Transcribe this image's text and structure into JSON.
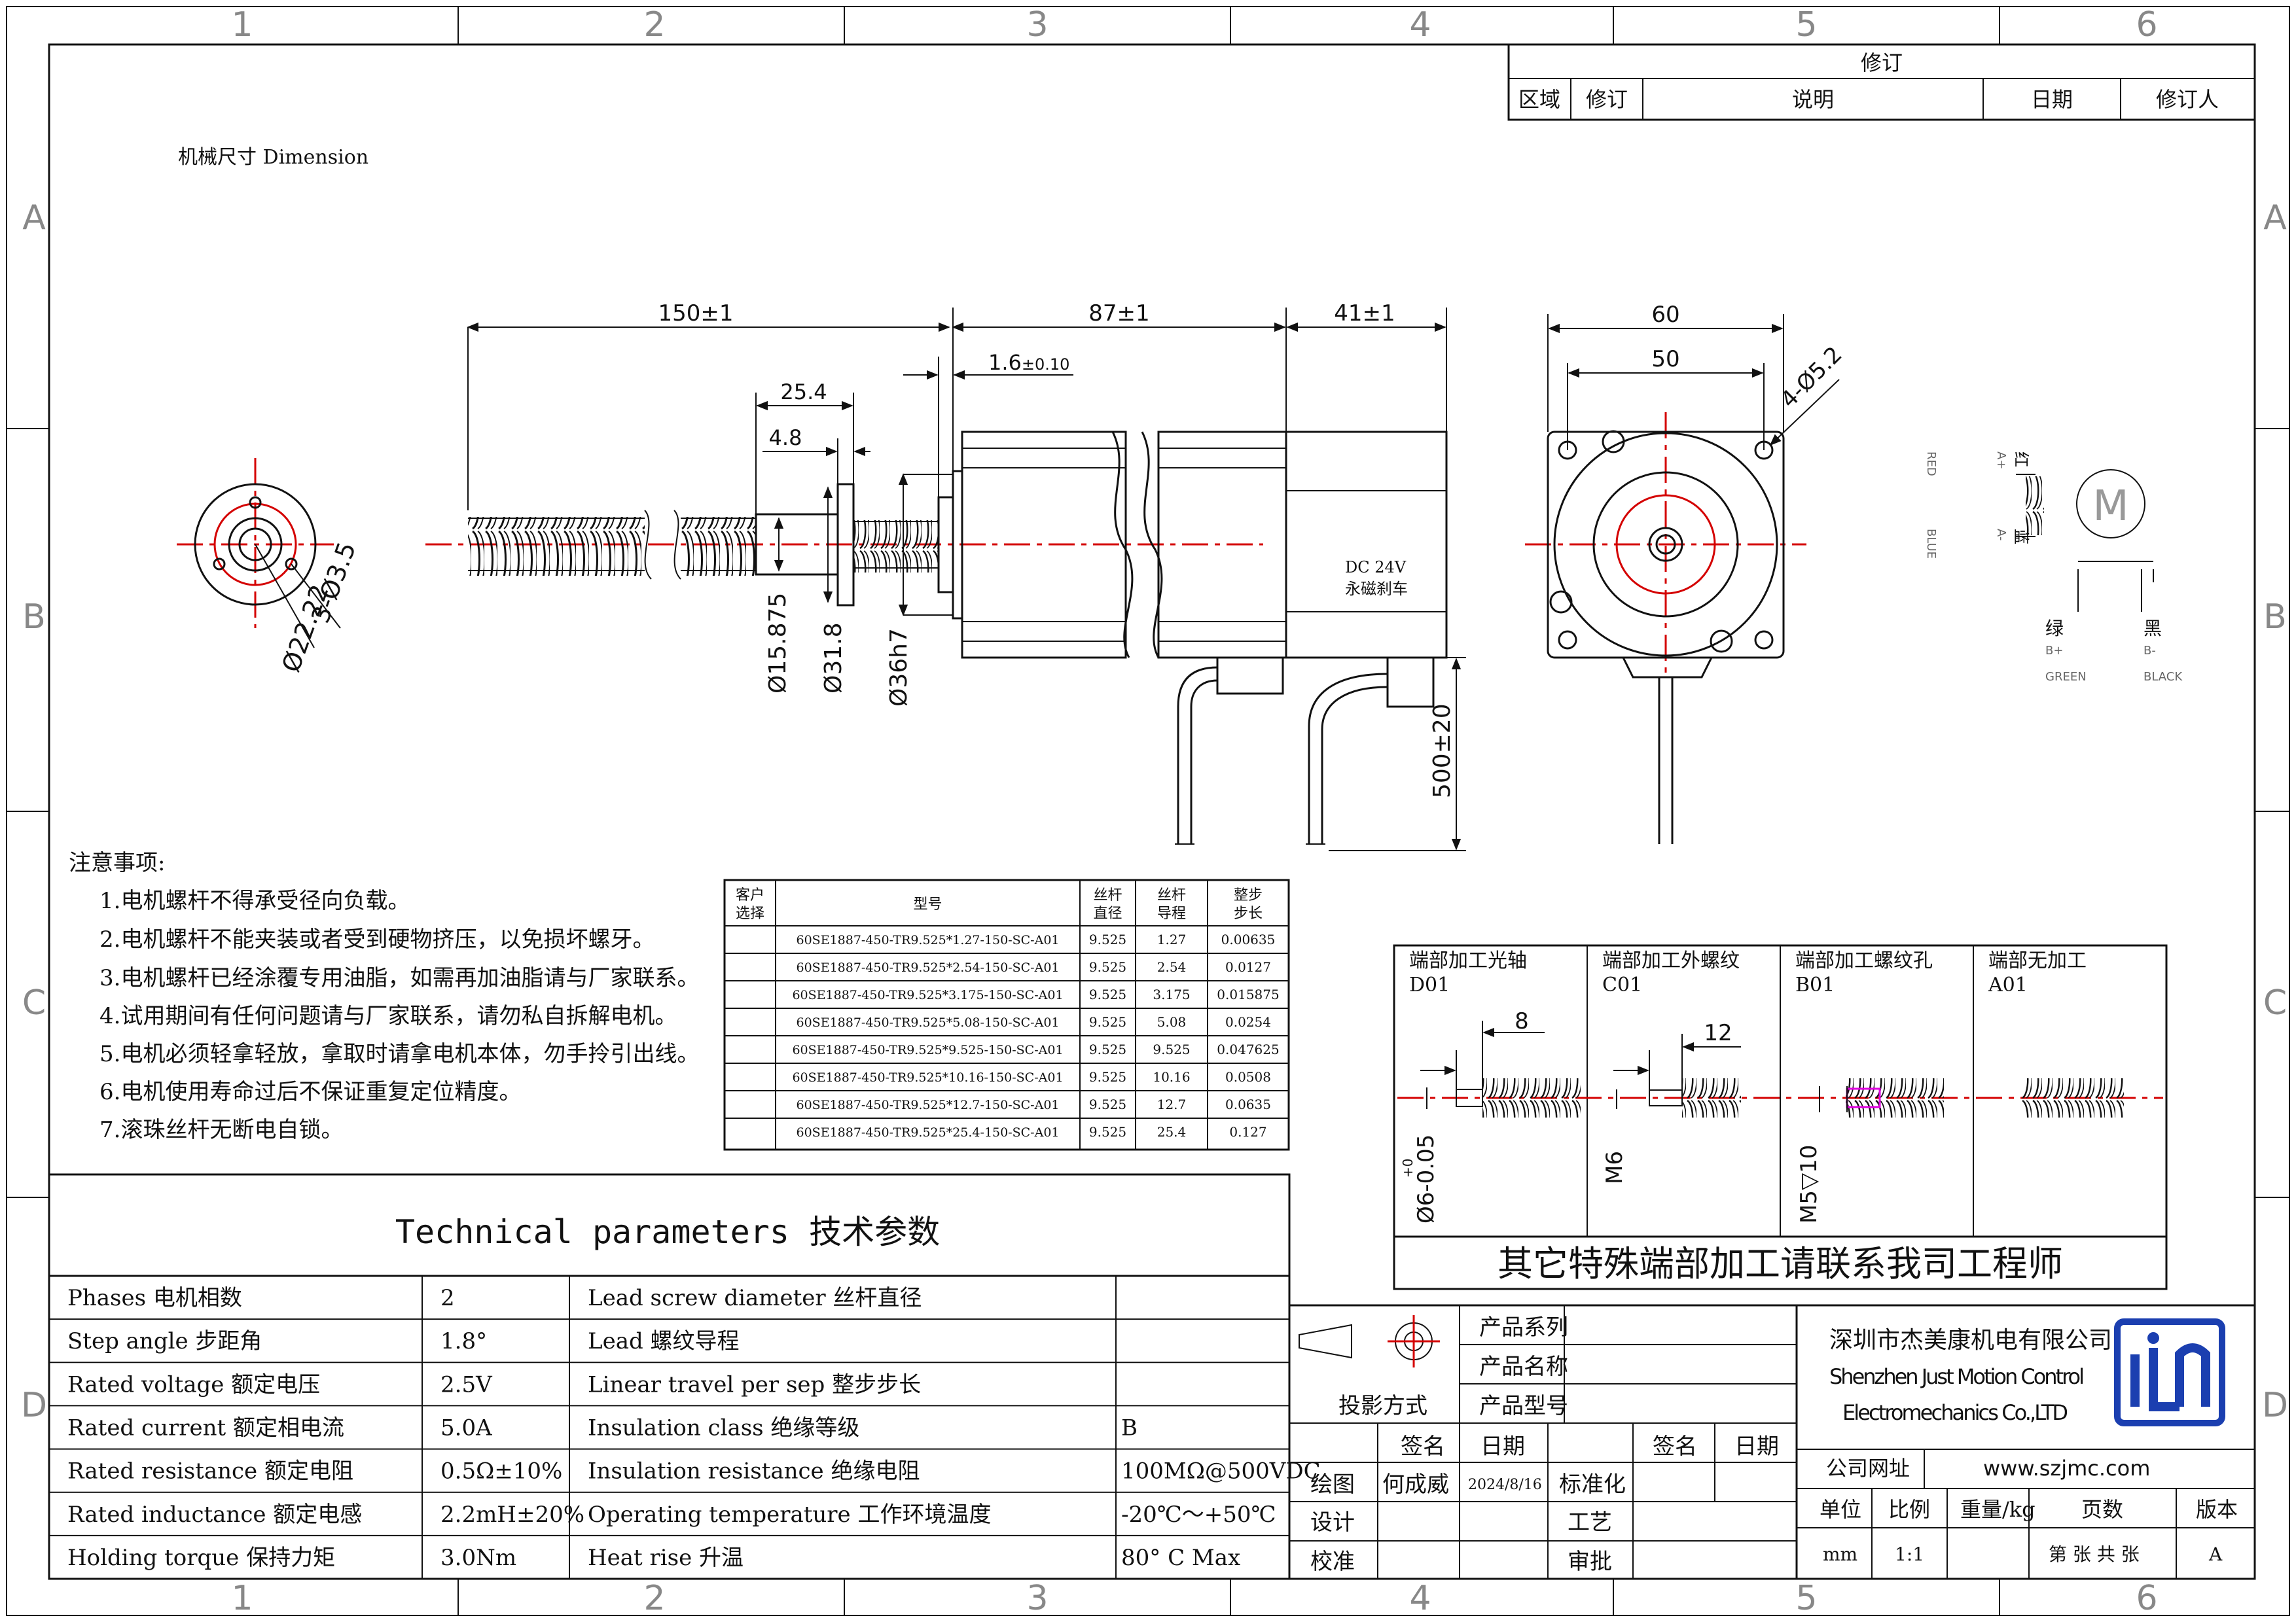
{
  "zones": {
    "columns": [
      "1",
      "2",
      "3",
      "4",
      "5",
      "6"
    ],
    "rows": [
      "A",
      "B",
      "C",
      "D"
    ]
  },
  "revision": {
    "title": "修订",
    "headers": [
      "区域",
      "修订",
      "说明",
      "日期",
      "修订人"
    ]
  },
  "dimension_title": "机械尺寸 Dimension",
  "dims": {
    "screw_len": "150±1",
    "body_len": "87±1",
    "brake_len": "41±1",
    "nut_len": "25.4",
    "flange_thk": "4.8",
    "boss_h": "1.6",
    "boss_tol": "±0.10",
    "screw_dia": "Ø15.875",
    "nut_dia": "Ø31.8",
    "boss_dia": "Ø36h7",
    "lead_len": "500±20",
    "frame": "60",
    "holes_pitch": "50",
    "mount_holes": "4-Ø5.2",
    "nut_holes": "3-Ø3.5",
    "nut_pcd": "Ø22.22"
  },
  "brake_label": [
    "DC 24V",
    "永磁刹车"
  ],
  "wiring": {
    "red": {
      "cn": "红",
      "pin": "A+",
      "en": "RED"
    },
    "blue": {
      "cn": "蓝",
      "pin": "A-",
      "en": "BLUE"
    },
    "green": {
      "cn": "绿",
      "pin": "B+",
      "en": "GREEN"
    },
    "black": {
      "cn": "黑",
      "pin": "B-",
      "en": "BLACK"
    },
    "motor": "M"
  },
  "notes": {
    "title": "注意事项:",
    "items": [
      "1.电机螺杆不得承受径向负载。",
      "2.电机螺杆不能夹装或者受到硬物挤压，以免损坏螺牙。",
      "3.电机螺杆已经涂覆专用油脂，如需再加油脂请与厂家联系。",
      "4.试用期间有任何问题请与厂家联系，请勿私自拆解电机。",
      "5.电机必须轻拿轻放，拿取时请拿电机本体，勿手拎引出线。",
      "6.电机使用寿命过后不保证重复定位精度。",
      "7.滚珠丝杆无断电自锁。"
    ]
  },
  "model_table": {
    "headers": [
      "客户\n选择",
      "型号",
      "丝杆\n直径",
      "丝杆\n导程",
      "整步\n步长"
    ],
    "rows": [
      [
        "",
        "60SE1887-450-TR9.525*1.27-150-SC-A01",
        "9.525",
        "1.27",
        "0.00635"
      ],
      [
        "",
        "60SE1887-450-TR9.525*2.54-150-SC-A01",
        "9.525",
        "2.54",
        "0.0127"
      ],
      [
        "",
        "60SE1887-450-TR9.525*3.175-150-SC-A01",
        "9.525",
        "3.175",
        "0.015875"
      ],
      [
        "",
        "60SE1887-450-TR9.525*5.08-150-SC-A01",
        "9.525",
        "5.08",
        "0.0254"
      ],
      [
        "",
        "60SE1887-450-TR9.525*9.525-150-SC-A01",
        "9.525",
        "9.525",
        "0.047625"
      ],
      [
        "",
        "60SE1887-450-TR9.525*10.16-150-SC-A01",
        "9.525",
        "10.16",
        "0.0508"
      ],
      [
        "",
        "60SE1887-450-TR9.525*12.7-150-SC-A01",
        "9.525",
        "12.7",
        "0.0635"
      ],
      [
        "",
        "60SE1887-450-TR9.525*25.4-150-SC-A01",
        "9.525",
        "25.4",
        "0.127"
      ]
    ]
  },
  "end_machining": {
    "cells": [
      {
        "title": "端部加工光轴",
        "code": "D01",
        "dim": "8",
        "note": "Ø6-0.05",
        "note_sup": "+0"
      },
      {
        "title": "端部加工外螺纹",
        "code": "C01",
        "dim": "12",
        "note": "M6",
        "note_sup": ""
      },
      {
        "title": "端部加工螺纹孔",
        "code": "B01",
        "dim": "",
        "note": "M5▽10",
        "note_sup": ""
      },
      {
        "title": "端部无加工",
        "code": "A01",
        "dim": "",
        "note": "",
        "note_sup": ""
      }
    ],
    "footer": "其它特殊端部加工请联系我司工程师"
  },
  "tech": {
    "title": "Technical parameters 技术参数",
    "rows": [
      [
        "Phases  电机相数",
        "2",
        "Lead screw diameter 丝杆直径",
        ""
      ],
      [
        "Step angle 步距角",
        "1.8°",
        "Lead 螺纹导程",
        ""
      ],
      [
        "Rated voltage 额定电压",
        "2.5V",
        "Linear travel per sep 整步步长",
        ""
      ],
      [
        "Rated current 额定相电流",
        "5.0A",
        "Insulation class 绝缘等级",
        "B"
      ],
      [
        "Rated resistance 额定电阻",
        "0.5Ω±10%",
        "Insulation resistance 绝缘电阻",
        "100MΩ@500VDC"
      ],
      [
        "Rated inductance 额定电感",
        "2.2mH±20%",
        "Operating temperature 工作环境温度",
        "-20℃～+50℃"
      ],
      [
        "Holding torque 保持力矩",
        "3.0Nm",
        "Heat rise 升温",
        "80° C Max"
      ]
    ]
  },
  "title_block": {
    "product_series": "产品系列",
    "product_name": "产品名称",
    "product_model": "产品型号",
    "projection": "投影方式",
    "sign": "签名",
    "date": "日期",
    "sign2": "签名",
    "date2": "日期",
    "draw": "绘图",
    "drawer": "何成威",
    "draw_date": "2024/8/16",
    "standard": "标准化",
    "design": "设计",
    "craft": "工艺",
    "check": "校准",
    "approve": "审批",
    "company_cn": "深圳市杰美康机电有限公司",
    "company_en1": "Shenzhen Just Motion Control",
    "company_en2": "Electromechanics Co.,LTD",
    "website_label": "公司网址",
    "website": "www.szjmc.com",
    "unit": "单位",
    "scale": "比例",
    "weight": "重量/kg",
    "pages": "页数",
    "version": "版本",
    "unit_val": "mm",
    "scale_val": "1:1",
    "pages_val": "第 张 共 张",
    "version_val": "A"
  },
  "colors": {
    "line": "#111111",
    "center": "#d40000",
    "logo": "#1b3fb0",
    "highlight": "#e000e0"
  }
}
